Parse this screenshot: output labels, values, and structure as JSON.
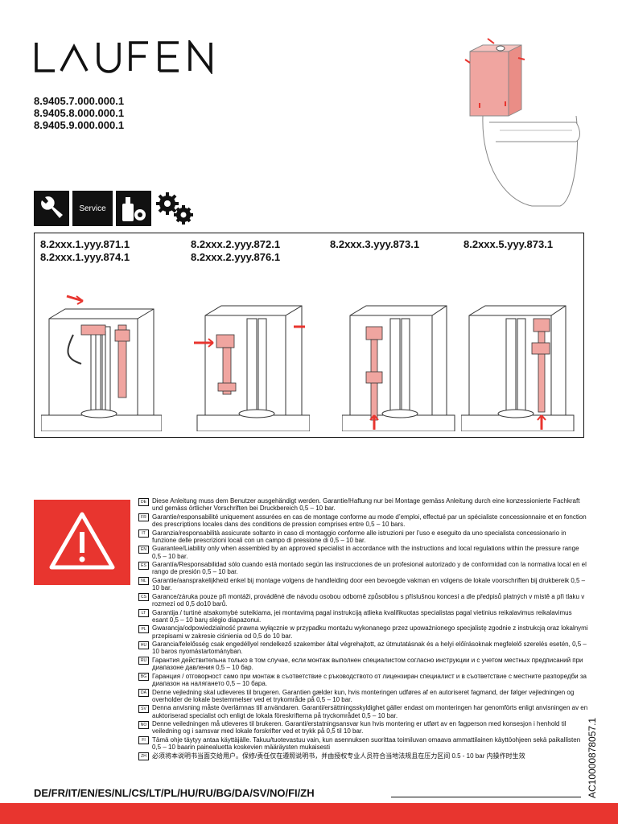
{
  "brand": {
    "name": "LAUFEN"
  },
  "product_codes": [
    "8.9405.7.000.000.1",
    "8.9405.8.000.000.1",
    "8.9405.9.000.000.1"
  ],
  "icons": [
    {
      "name": "wrench-icon"
    },
    {
      "name": "service-badge",
      "label": "Service"
    },
    {
      "name": "cleaning-bottle-icon"
    },
    {
      "name": "gears-icon"
    }
  ],
  "variants": [
    {
      "codes": [
        "8.2xxx.1.yyy.871.1",
        "8.2xxx.1.yyy.874.1"
      ]
    },
    {
      "codes": [
        "8.2xxx.2.yyy.872.1",
        "8.2xxx.2.yyy.876.1"
      ]
    },
    {
      "codes": [
        "8.2xxx.3.yyy.873.1"
      ]
    },
    {
      "codes": [
        "8.2xxx.5.yyy.873.1"
      ]
    }
  ],
  "colors": {
    "accent": "#e8352f",
    "highlight": "#f0a5a0",
    "line": "#111111"
  },
  "notices": [
    {
      "code": "DE",
      "text": "Diese Anleitung muss dem Benutzer ausgehändigt werden. Garantie/Haftung nur bei Montage gemäss Anleitung durch eine konzessionierte Fachkraft und gemäss örtlicher Vorschriften bei Druckbereich 0,5 – 10 bar."
    },
    {
      "code": "FR",
      "text": "Garantie/responsabilité uniquement assurées en cas de montage conforme au mode d’emploi, effectué par un spécialiste concessionnaire et en fonction des prescriptions locales dans des conditions de pression comprises entre 0,5 – 10 bars."
    },
    {
      "code": "IT",
      "text": "Garanzia/responsabilità assicurate soltanto in caso di montaggio conforme alle istruzioni per l’uso e eseguito da uno specialista concessionario in funzione delle prescrizioni locali con un campo di pressione di 0,5 – 10 bar."
    },
    {
      "code": "EN",
      "text": "Guarantee/Liability only when assembled by an approved specialist in accordance with the instructions and local regulations within the pressure range 0,5 – 10 bar."
    },
    {
      "code": "ES",
      "text": "Garantía/Responsabilidad sólo cuando está montado según las instrucciones de un profesional autorizado y de conformidad con la normativa local en el rango de presión 0,5 – 10 bar."
    },
    {
      "code": "NL",
      "text": "Garantie/aansprakelijkheid enkel bij montage volgens de handleiding door een bevoegde vakman en volgens de lokale voorschriften bij drukbereik 0,5 – 10 bar."
    },
    {
      "code": "CS",
      "text": "Garance/záruka pouze při montáži, prováděné dle návodu osobou odborně způsobilou s příslušnou koncesí a dle předpisů platných v místě a při tlaku v rozmezí od 0,5 do10 barů."
    },
    {
      "code": "LT",
      "text": "Garantija / turtinė atsakomybė suteikiama, jei montavimą pagal instrukciją atlieka kvalifikuotas specialistas pagal vietinius reikalavimus reikalavimus esant 0,5 – 10 barų slėgio diapazonui."
    },
    {
      "code": "PL",
      "text": "Gwarancja/odpowiedzialność prawna wyłącznie w przypadku montażu wykonanego przez upoważnionego specjalistę zgodnie z instrukcją oraz lokalnymi przepisami w zakresie ciśnienia od 0,5 do 10 bar."
    },
    {
      "code": "HU",
      "text": "Garancia/felelősség csak engedéllyel rendelkező szakember által végrehajtott, az útmutatásnak és a helyi előírásoknak megfelelő szerelés esetén, 0,5 – 10 baros nyomástartományban."
    },
    {
      "code": "RU",
      "text": "Гарантия действительна только в том случае, если монтаж выполнен специалистом согласно инструкции и с учетом местных предписаний при диапазоне давления 0,5 – 10 бар."
    },
    {
      "code": "BG",
      "text": "Гаранция / отговорност само при монтаж в съответствие с ръководството от лицензиран специалист и в съответствие с местните разпоредби за диапазон на налягането 0,5 – 10 бара."
    },
    {
      "code": "DA",
      "text": "Denne vejledning skal udleveres til brugeren. Garantien gælder kun, hvis monteringen udføres af en autoriseret fagmand, der følger vejledningen og overholder de lokale bestemmelser ved et trykområde på 0,5 – 10 bar."
    },
    {
      "code": "SV",
      "text": "Denna anvisning måste överlämnas till användaren. Garanti/ersättningsskyldighet gäller endast om monteringen har genomförts enligt anvisningen av en auktoriserad specialist och enligt de lokala föreskrifterna på tryckområdet 0,5 – 10 bar."
    },
    {
      "code": "NO",
      "text": "Denne veiledningen må utleveres til brukeren. Garanti/erstatningsansvar kun hvis montering er utført av en fagperson med konsesjon i henhold til veiledning og i samsvar med lokale forskrifter ved et trykk på 0,5 til 10 bar."
    },
    {
      "code": "FI",
      "text": "Tämä ohje täytyy antaa käyttäjälle. Takuu/tuotevastuu vain, kun asennuksen suorittaa toimiluvan omaava ammattilainen käyttöohjeen sekä paikallisten 0,5 – 10 baarin painealuetta koskevien määräysten mukaisesti"
    },
    {
      "code": "ZH",
      "text": "必须将本说明书当面交给用户。保修/责任仅在遵照说明书，并由授权专业人员符合当地法规且在压力区间 0.5 - 10 bar 内操作时生效"
    }
  ],
  "footer": {
    "languages": "DE/FR/IT/EN/ES/NL/CS/LT/PL/HU/RU/BG/DA/SV/NO/FI/ZH",
    "doc_number": "AC10000878057.1"
  }
}
